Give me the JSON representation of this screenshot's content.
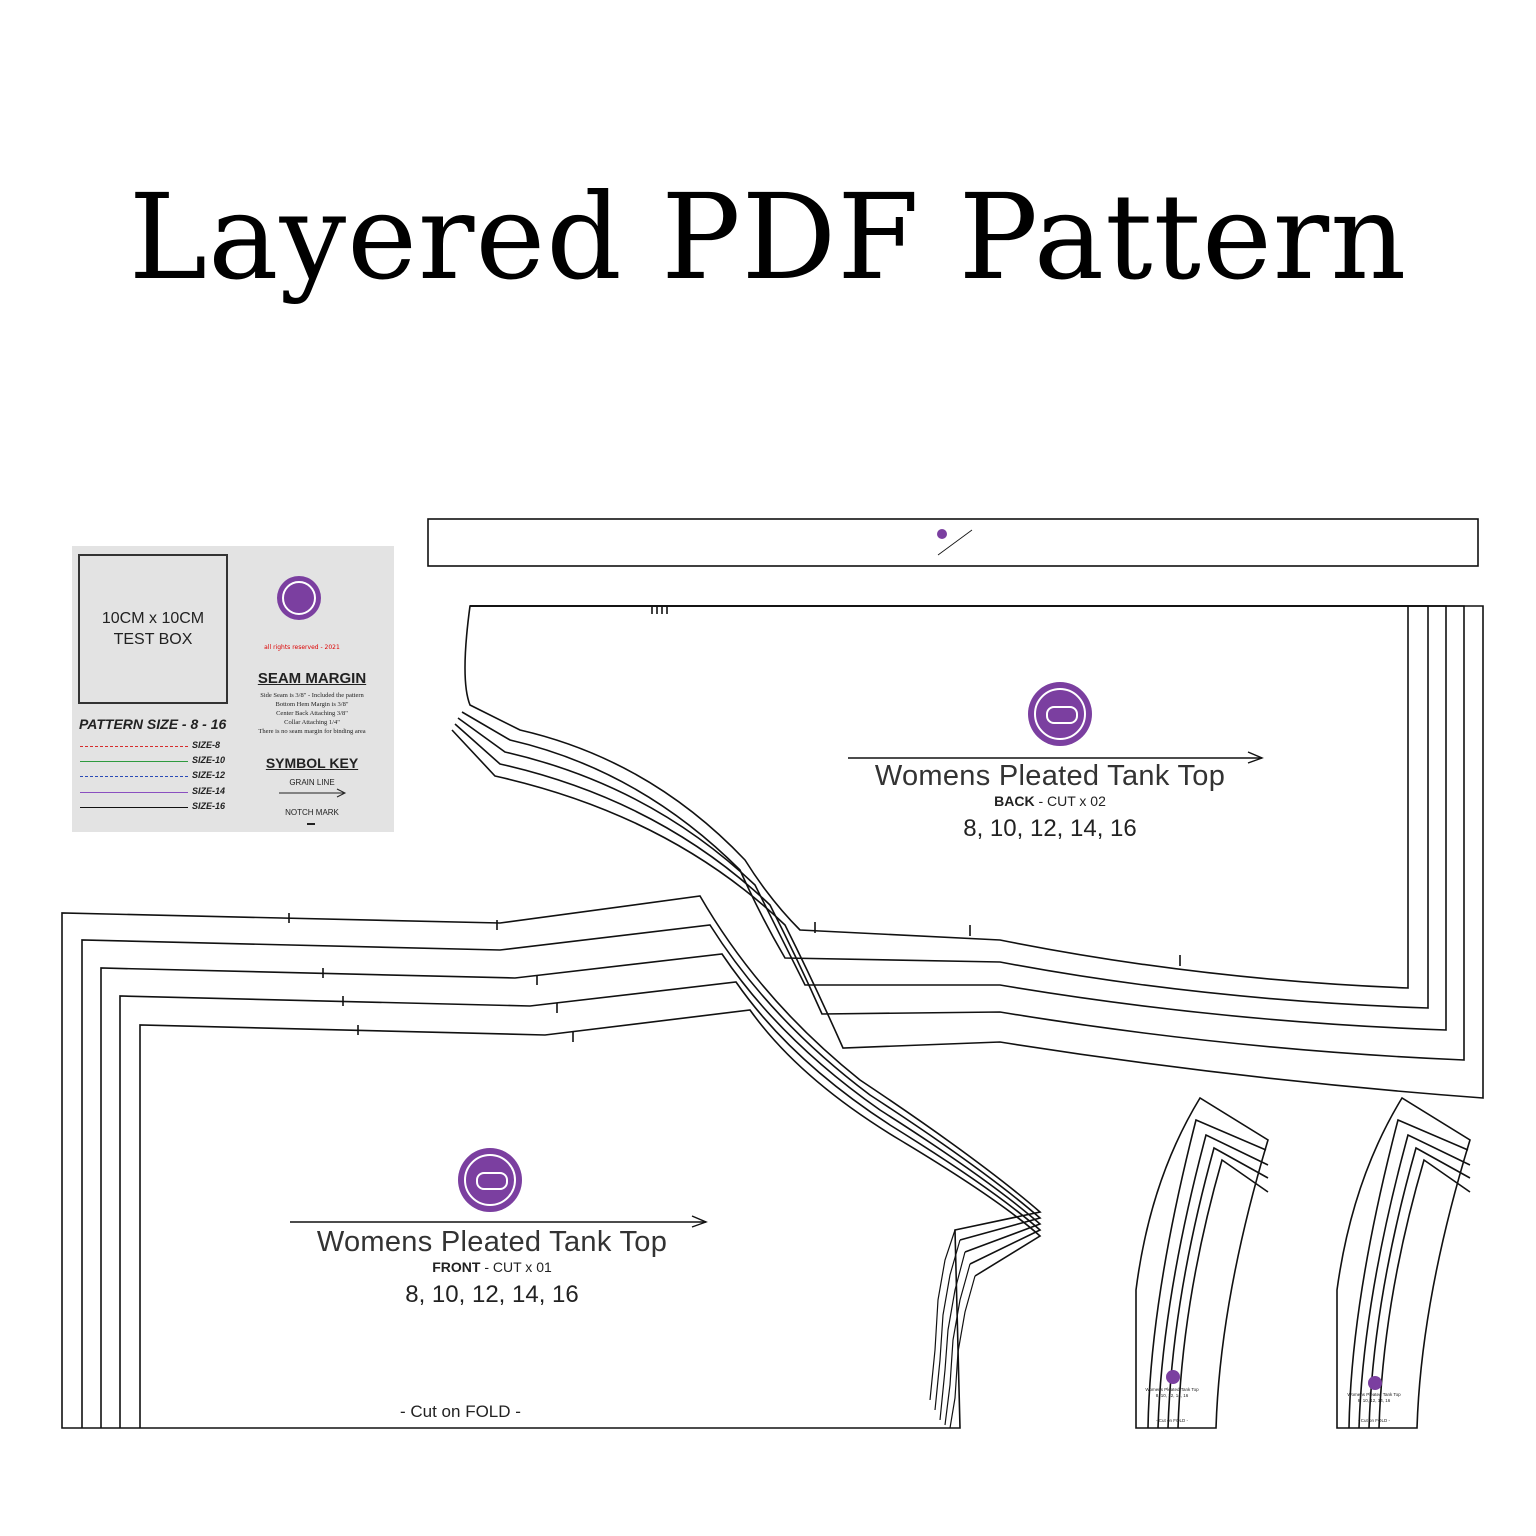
{
  "title": "Layered PDF Pattern",
  "legend": {
    "test_box": [
      "10CM x 10CM",
      "TEST BOX"
    ],
    "pattern_size": "PATTERN SIZE - 8 - 16",
    "sizes": [
      {
        "label": "SIZE-8",
        "color": "#d62b2b",
        "dash": "3,2"
      },
      {
        "label": "SIZE-10",
        "color": "#2e9a3e",
        "dash": ""
      },
      {
        "label": "SIZE-12",
        "color": "#2a4bb5",
        "dash": "8,5"
      },
      {
        "label": "SIZE-14",
        "color": "#8a4fc0",
        "dash": ""
      },
      {
        "label": "SIZE-16",
        "color": "#111111",
        "dash": ""
      }
    ],
    "rights": "all rights reserved - 2021",
    "seam_title": "SEAM MARGIN",
    "seam_lines": [
      "Side Seam is 3/8\" - Included the pattern",
      "Bottom Hem Margin is 3/8\"",
      "Center Back Attaching 3/8\"",
      "Collar Attaching 1/4\"",
      "There is no seam margin for binding area"
    ],
    "symbol_title": "SYMBOL KEY",
    "grain_line": "GRAIN LINE",
    "notch_mark": "NOTCH MARK"
  },
  "back_piece": {
    "name": "Womens Pleated Tank Top",
    "cut_bold": "BACK",
    "cut_rest": " - CUT x 02",
    "sizes": "8, 10, 12, 14, 16"
  },
  "front_piece": {
    "name": "Womens Pleated Tank Top",
    "cut_bold": "FRONT",
    "cut_rest": " - CUT x 01",
    "sizes": "8, 10, 12, 14, 16",
    "fold": "- Cut on FOLD -"
  },
  "small_pieces": [
    {
      "name": "Womens Pleated Tank Top",
      "sizes": "8, 10, 12, 14, 16",
      "fold": "- Cut on FOLD -"
    },
    {
      "name": "Womens Pleated Tank Top",
      "sizes": "8, 10, 12, 14, 16",
      "fold": "- Cut on FOLD -"
    }
  ],
  "brand_color": "#7b3fa0"
}
